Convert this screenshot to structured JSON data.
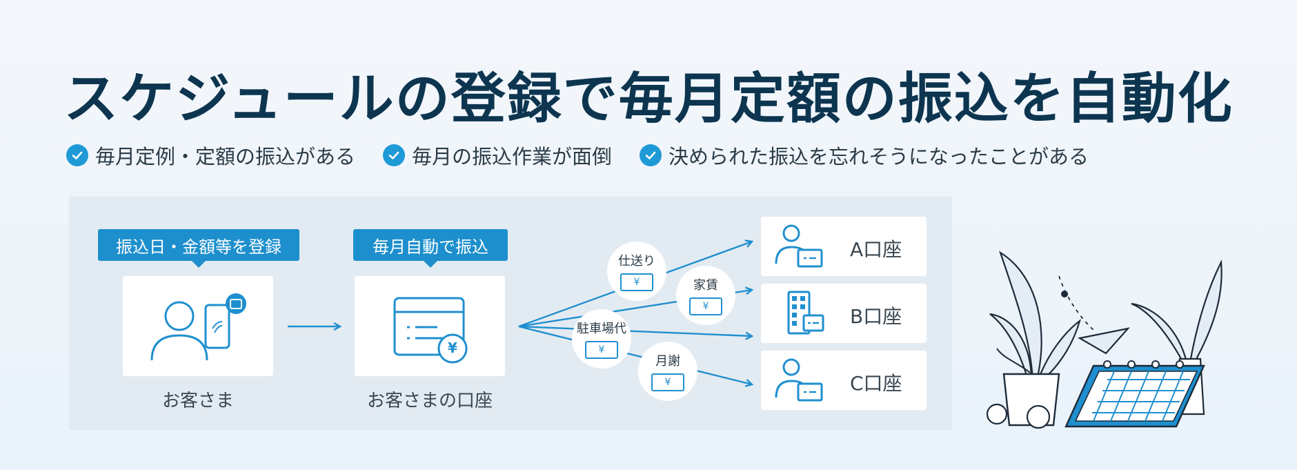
{
  "title": "スケジュールの登録で毎月定額の振込を自動化",
  "checks": [
    {
      "label": "毎月定例・定額の振込がある"
    },
    {
      "label": "毎月の振込作業が面倒"
    },
    {
      "label": "決められた振込を忘れそうになったことがある"
    }
  ],
  "flow": {
    "step1": {
      "tag": "振込日・金額等を登録",
      "caption": "お客さま"
    },
    "step2": {
      "tag": "毎月自動で振込",
      "caption": "お客さまの口座"
    },
    "payments": [
      {
        "label": "仕送り",
        "currency": "¥"
      },
      {
        "label": "家賃",
        "currency": "¥"
      },
      {
        "label": "駐車場代",
        "currency": "¥"
      },
      {
        "label": "月謝",
        "currency": "¥"
      }
    ],
    "accounts": [
      {
        "label": "A口座"
      },
      {
        "label": "B口座"
      },
      {
        "label": "C口座"
      }
    ],
    "yen_symbol": "¥"
  },
  "colors": {
    "accent": "#1d8fcd",
    "title": "#0d3550",
    "panel": "#e3ebf2"
  }
}
